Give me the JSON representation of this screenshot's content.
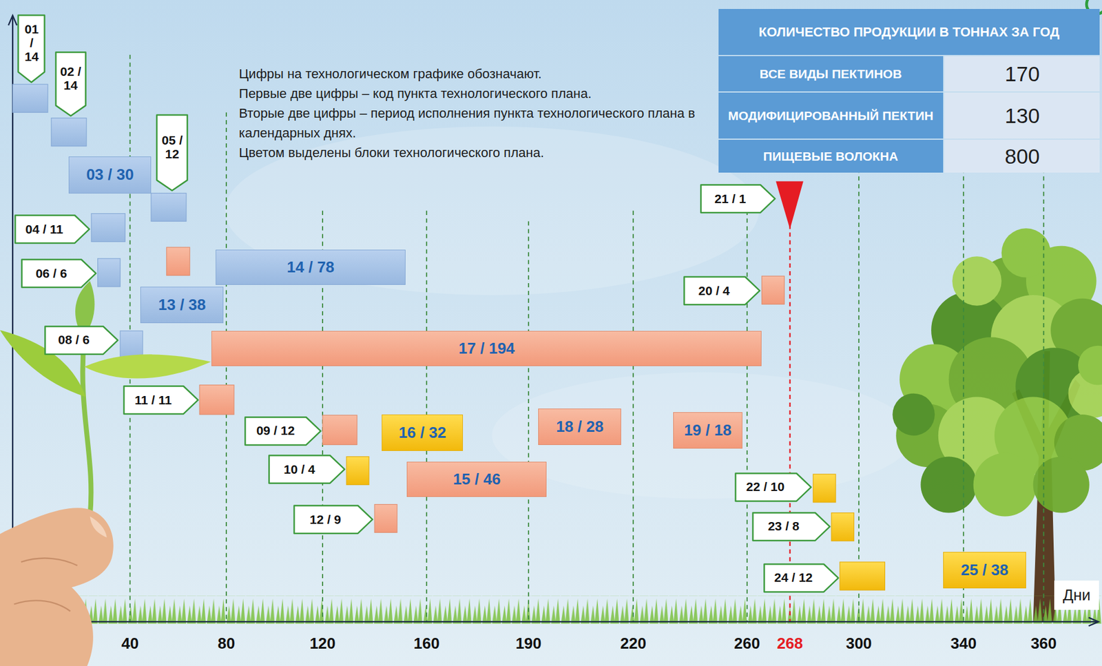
{
  "diagram": {
    "nodes": [
      {
        "text": [
          "01 / 14"
        ]
      },
      {
        "text": [
          "02 / 14"
        ]
      },
      {
        "text": [
          "05 / 12"
        ]
      },
      {
        "text": [
          "03 / 30"
        ]
      },
      {
        "text": [
          "21 / 1"
        ]
      },
      {
        "text": [
          "04 / 11"
        ]
      },
      {
        "text": [
          "14 / 78"
        ]
      },
      {
        "text": [
          "06 / 6"
        ]
      },
      {
        "text": [
          "20 / 4"
        ]
      },
      {
        "text": [
          "13 / 38"
        ]
      },
      {
        "text": [
          "08 / 6"
        ]
      },
      {
        "text": [
          "17 / 194"
        ]
      },
      {
        "text": [
          "11 / 11"
        ]
      },
      {
        "text": [
          "09 / 12"
        ]
      },
      {
        "text": [
          "16 / 32"
        ]
      },
      {
        "text": [
          "18 / 28"
        ]
      },
      {
        "text": [
          "19 / 18"
        ]
      },
      {
        "text": [
          "10 / 4"
        ]
      },
      {
        "text": [
          "15 / 46"
        ]
      },
      {
        "text": [
          "22 / 10"
        ]
      },
      {
        "text": [
          "12 / 9"
        ]
      },
      {
        "text": [
          "23 / 8"
        ]
      },
      {
        "text": [
          "24 / 12"
        ]
      },
      {
        "text": [
          "25 / 38"
        ]
      }
    ],
    "labels": [
      "Цифры на технологическом графике обозначают.",
      "Первые две цифры – код пункта технологического плана.",
      "Вторые две цифры – период исполнения пункта технологического плана в календарных днях.",
      "Цветом выделены блоки технологического плана.",
      "КОЛИЧЕСТВО ПРОДУКЦИИ В ТОННАХ ЗА ГОД",
      "ВСЕ ВИДЫ ПЕКТИНОВ",
      "170",
      "МОДИФИЦИРОВАННЫЙ ПЕКТИН",
      "130",
      "ПИЩЕВЫЕ ВОЛОКНА",
      "800",
      "40",
      "80",
      "120",
      "160",
      "190",
      "220",
      "260",
      "268",
      "300",
      "340",
      "360",
      "Дни"
    ]
  }
}
